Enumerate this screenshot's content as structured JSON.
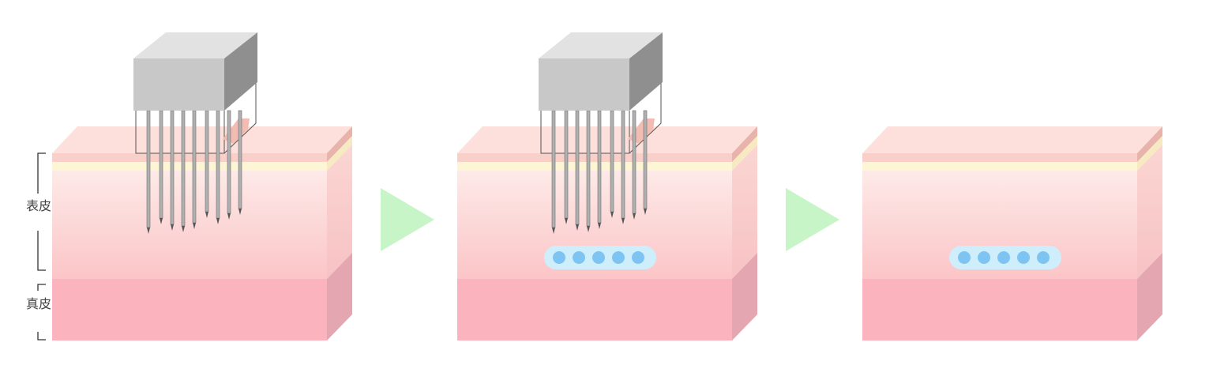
{
  "labels": {
    "epidermis": "表皮",
    "dermis": "真皮"
  },
  "steps": [
    {
      "id": "step-1",
      "needles": true,
      "capsule_dots": 0
    },
    {
      "id": "step-2",
      "needles": true,
      "capsule_dots": 5
    },
    {
      "id": "step-3",
      "needles": false,
      "capsule_dots": 5
    }
  ],
  "arrows": 2,
  "colors": {
    "skin_top": "#fde0dc",
    "skin_stripe_pink": "#f8cfc9",
    "skin_stripe_cream": "#fdf6d4",
    "epidermis_front_top": "#fdeae8",
    "epidermis_front_bottom": "#fcc7c9",
    "dermis_front": "#fbb3bd",
    "right_face_upper": "#f9c9c8",
    "right_face_dermis": "#e4a7b1",
    "device_front": "#c8c8c8",
    "device_top": "#e2e2e2",
    "device_side": "#8f8f8f",
    "needle": "#9a9a9a",
    "capsule_bg": "#cdeefa",
    "capsule_dot": "#7ec4f2",
    "arrow": "#c8f5c8",
    "bracket": "#333333"
  }
}
